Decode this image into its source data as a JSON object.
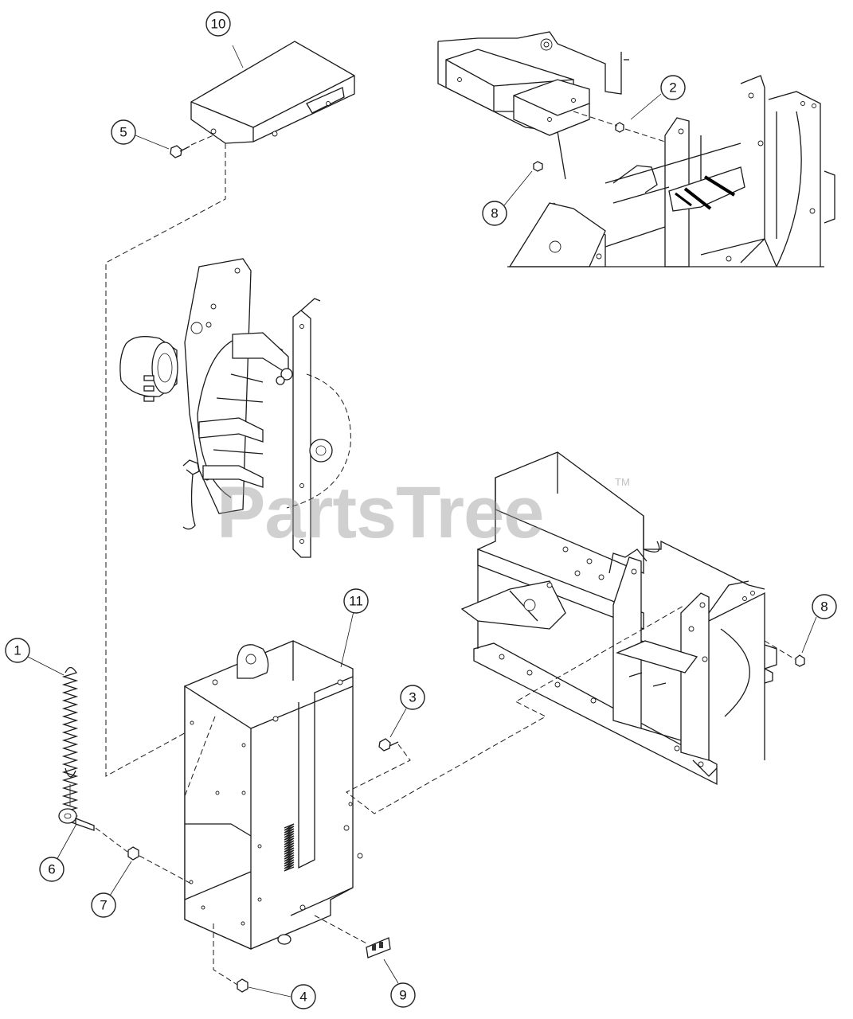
{
  "watermark": {
    "text": "PartsTree",
    "trademark": "TM"
  },
  "callouts": [
    "1",
    "2",
    "3",
    "4",
    "5",
    "6",
    "7",
    "8",
    "8",
    "9",
    "10",
    "11"
  ],
  "colors": {
    "line": "#1a1a1a",
    "watermark": "#969696"
  }
}
